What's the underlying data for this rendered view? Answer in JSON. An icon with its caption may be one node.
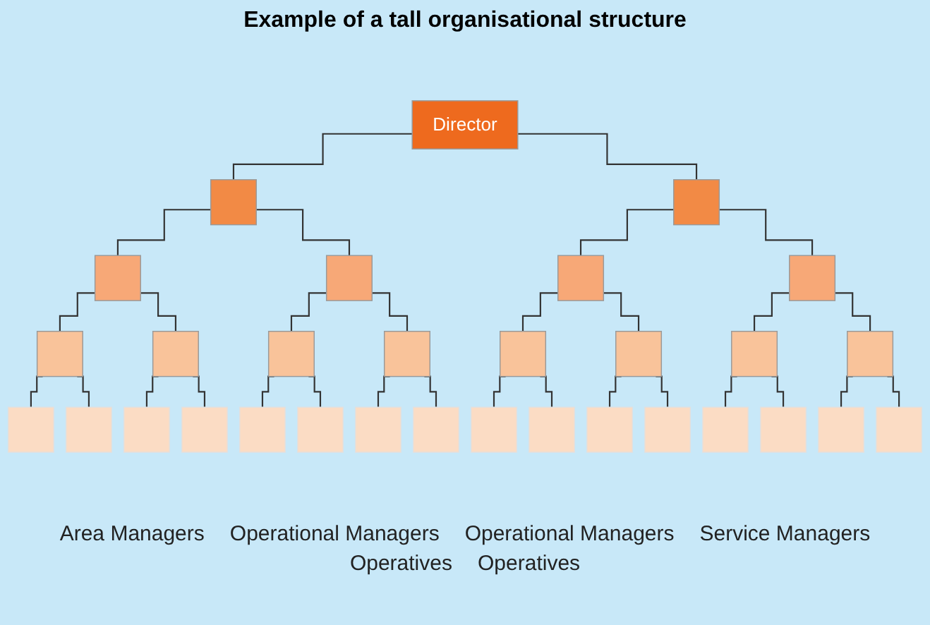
{
  "diagram": {
    "title": "Example of a tall organisational structure",
    "nodes": [
      {
        "text": [
          "Director"
        ]
      },
      {
        "text": [],
        "shape": "box"
      },
      {
        "text": [],
        "shape": "box"
      },
      {
        "text": [],
        "shape": "box"
      },
      {
        "text": [],
        "shape": "box"
      },
      {
        "text": [],
        "shape": "box"
      },
      {
        "text": [],
        "shape": "box"
      },
      {
        "text": [],
        "shape": "box"
      },
      {
        "text": [],
        "shape": "box"
      },
      {
        "text": [],
        "shape": "box"
      },
      {
        "text": [],
        "shape": "box"
      },
      {
        "text": [],
        "shape": "box"
      },
      {
        "text": [],
        "shape": "box"
      },
      {
        "text": [],
        "shape": "box"
      },
      {
        "text": [],
        "shape": "box"
      },
      {
        "text": [],
        "shape": "box"
      },
      {
        "text": [],
        "shape": "box"
      },
      {
        "text": [],
        "shape": "box"
      },
      {
        "text": [],
        "shape": "box"
      },
      {
        "text": [],
        "shape": "box"
      },
      {
        "text": [],
        "shape": "box"
      },
      {
        "text": [],
        "shape": "box"
      },
      {
        "text": [],
        "shape": "box"
      },
      {
        "text": [],
        "shape": "box"
      },
      {
        "text": [],
        "shape": "box"
      },
      {
        "text": [],
        "shape": "box"
      },
      {
        "text": [],
        "shape": "box"
      },
      {
        "text": [],
        "shape": "box"
      },
      {
        "text": [],
        "shape": "box"
      },
      {
        "text": [],
        "shape": "box"
      },
      {
        "text": [],
        "shape": "box"
      }
    ],
    "edges": [
      {
        "from": 0,
        "to": 1,
        "arrow": "none"
      },
      {
        "from": 0,
        "to": 2,
        "arrow": "none"
      },
      {
        "from": 1,
        "to": 3,
        "arrow": "none"
      },
      {
        "from": 1,
        "to": 4,
        "arrow": "none"
      },
      {
        "from": 2,
        "to": 5,
        "arrow": "none"
      },
      {
        "from": 2,
        "to": 6,
        "arrow": "none"
      },
      {
        "from": 3,
        "to": 7,
        "arrow": "none"
      },
      {
        "from": 3,
        "to": 8,
        "arrow": "none"
      },
      {
        "from": 4,
        "to": 9,
        "arrow": "none"
      },
      {
        "from": 4,
        "to": 10,
        "arrow": "none"
      },
      {
        "from": 5,
        "to": 11,
        "arrow": "none"
      },
      {
        "from": 5,
        "to": 12,
        "arrow": "none"
      },
      {
        "from": 6,
        "to": 13,
        "arrow": "none"
      },
      {
        "from": 6,
        "to": 14,
        "arrow": "none"
      },
      {
        "from": 7,
        "to": 15,
        "arrow": "none"
      },
      {
        "from": 7,
        "to": 16,
        "arrow": "none"
      },
      {
        "from": 8,
        "to": 17,
        "arrow": "none"
      },
      {
        "from": 8,
        "to": 18,
        "arrow": "none"
      },
      {
        "from": 9,
        "to": 19,
        "arrow": "none"
      },
      {
        "from": 9,
        "to": 20,
        "arrow": "none"
      },
      {
        "from": 10,
        "to": 21,
        "arrow": "none"
      },
      {
        "from": 10,
        "to": 22,
        "arrow": "none"
      },
      {
        "from": 11,
        "to": 23,
        "arrow": "none"
      },
      {
        "from": 11,
        "to": 24,
        "arrow": "none"
      },
      {
        "from": 12,
        "to": 25,
        "arrow": "none"
      },
      {
        "from": 12,
        "to": 26,
        "arrow": "none"
      },
      {
        "from": 13,
        "to": 27,
        "arrow": "none"
      },
      {
        "from": 13,
        "to": 28,
        "arrow": "none"
      },
      {
        "from": 14,
        "to": 29,
        "arrow": "none"
      },
      {
        "from": 14,
        "to": 30,
        "arrow": "none"
      }
    ],
    "labels": [
      "Area Managers",
      "Operational Managers",
      "Operational Managers",
      "Service Managers",
      "Operatives",
      "Operatives"
    ]
  }
}
